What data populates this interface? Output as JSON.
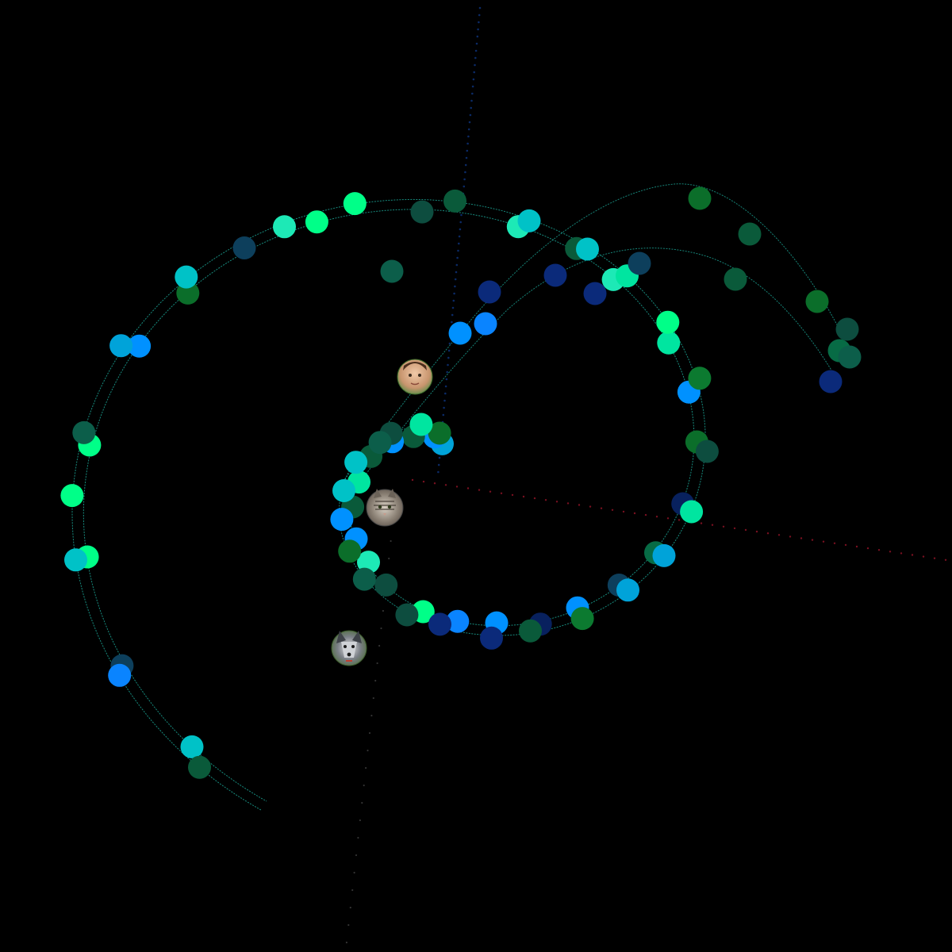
{
  "viz": {
    "background": "#000000",
    "track_color": "#1a9a8c",
    "axis_dot_colors": {
      "vertical": "#0b2a66",
      "horizontal": "#7a1020",
      "diagonal": "#333333"
    },
    "palette": [
      "#00ff88",
      "#00e5a0",
      "#1de9b6",
      "#00c2c7",
      "#00a3d9",
      "#0091ff",
      "#0a84ff",
      "#0b2a7a",
      "#08215e",
      "#0d3f5c",
      "#0a5a3a",
      "#0b6e2a",
      "#0c7a30",
      "#076b45",
      "#0d4d3f",
      "#0c5e4a"
    ],
    "avatars": [
      {
        "name": "child-photo-avatar",
        "label": "child"
      },
      {
        "name": "cat-photo-avatar",
        "label": "cat"
      },
      {
        "name": "dog-photo-avatar",
        "label": "dog"
      }
    ]
  }
}
